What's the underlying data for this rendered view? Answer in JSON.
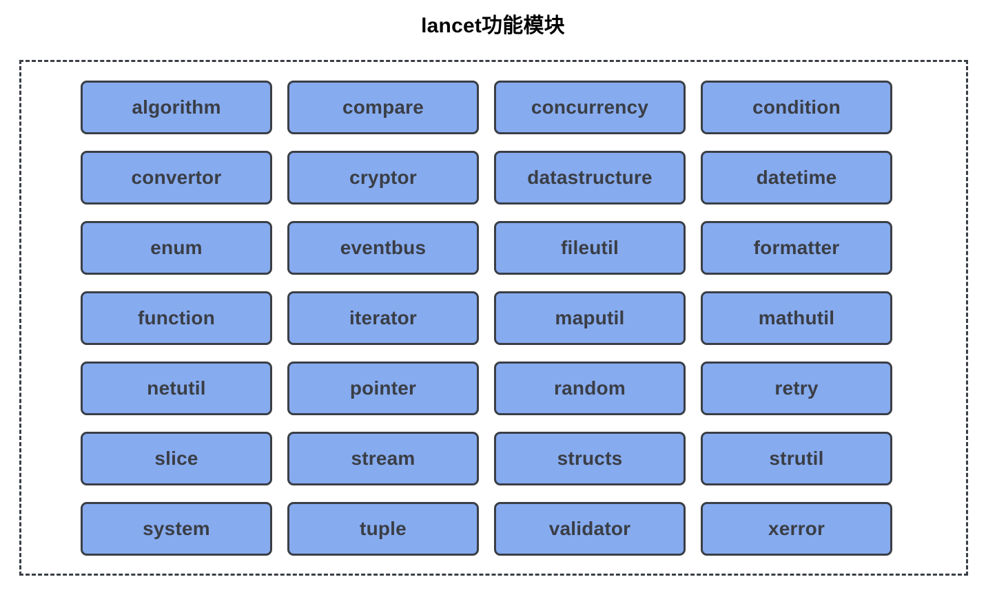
{
  "page": {
    "title": "lancet功能模块",
    "background_color": "#ffffff",
    "title_color": "#000000"
  },
  "container": {
    "border_style": "dashed",
    "border_color": "#3a3e45"
  },
  "grid": {
    "columns": 4,
    "rows": 7,
    "box_fill_color": "#87abef",
    "box_border_color": "#3a3e45",
    "box_text_color": "#3a3e45",
    "modules": [
      {
        "label": "algorithm"
      },
      {
        "label": "compare"
      },
      {
        "label": "concurrency"
      },
      {
        "label": "condition"
      },
      {
        "label": "convertor"
      },
      {
        "label": "cryptor"
      },
      {
        "label": "datastructure"
      },
      {
        "label": "datetime"
      },
      {
        "label": "enum"
      },
      {
        "label": "eventbus"
      },
      {
        "label": "fileutil"
      },
      {
        "label": "formatter"
      },
      {
        "label": "function"
      },
      {
        "label": "iterator"
      },
      {
        "label": "maputil"
      },
      {
        "label": "mathutil"
      },
      {
        "label": "netutil"
      },
      {
        "label": "pointer"
      },
      {
        "label": "random"
      },
      {
        "label": "retry"
      },
      {
        "label": "slice"
      },
      {
        "label": "stream"
      },
      {
        "label": "structs"
      },
      {
        "label": "strutil"
      },
      {
        "label": "system"
      },
      {
        "label": "tuple"
      },
      {
        "label": "validator"
      },
      {
        "label": "xerror"
      }
    ]
  }
}
